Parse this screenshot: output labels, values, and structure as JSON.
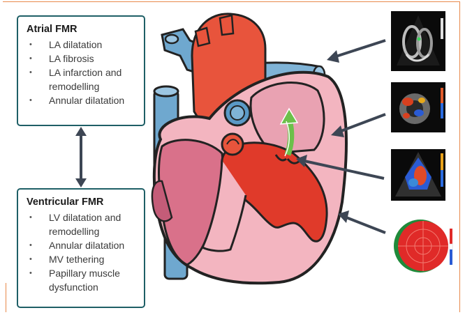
{
  "atrial": {
    "title": "Atrial FMR",
    "items": [
      "LA dilatation",
      "LA fibrosis",
      "LA infarction and remodelling",
      "Annular dilatation"
    ]
  },
  "ventricular": {
    "title": "Ventricular FMR",
    "items": [
      "LV dilatation and remodelling",
      "Annular dilatation",
      "MV tethering",
      "Papillary muscle dysfunction"
    ]
  },
  "colors": {
    "box_border": "#1e5f66",
    "frame": "#e8894a",
    "arrow": "#3d4654",
    "regurgitant_jet": "#6cc04a"
  },
  "images": [
    {
      "icon": "echo-4-chamber-view"
    },
    {
      "icon": "color-doppler-3d-view"
    },
    {
      "icon": "color-doppler-mitral-regurgitation"
    },
    {
      "icon": "strain-bullseye-map"
    }
  ]
}
